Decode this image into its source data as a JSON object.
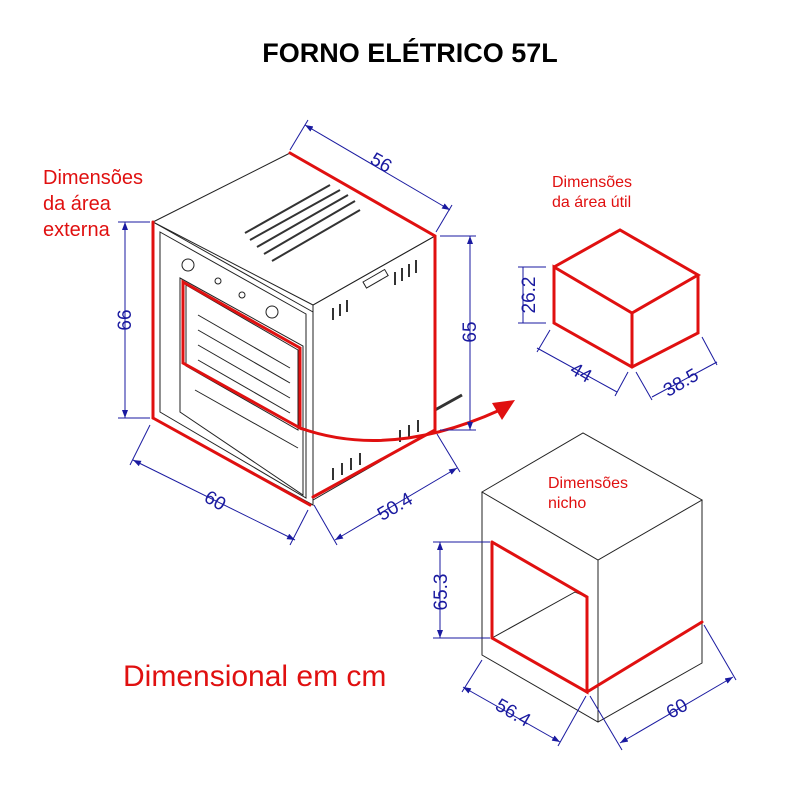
{
  "title": "FORNO ELÉTRICO 57L",
  "labels": {
    "external_line1": "Dimensões",
    "external_line2": "da área",
    "external_line3": "externa",
    "useful_line1": "Dimensões",
    "useful_line2": "da área útil",
    "niche_line1": "Dimensões",
    "niche_line2": "nicho",
    "units_note": "Dimensional em cm"
  },
  "external_dimensions": {
    "depth": "56",
    "height_front": "66",
    "height_side": "65",
    "width": "60",
    "depth_bottom": "50.4"
  },
  "useful_dimensions": {
    "height": "26.2",
    "width": "44",
    "depth": "38.5"
  },
  "niche_dimensions": {
    "height": "65.3",
    "width": "56.4",
    "depth": "60"
  },
  "colors": {
    "accent": "#e01010",
    "dimension": "#1a1aa0"
  }
}
